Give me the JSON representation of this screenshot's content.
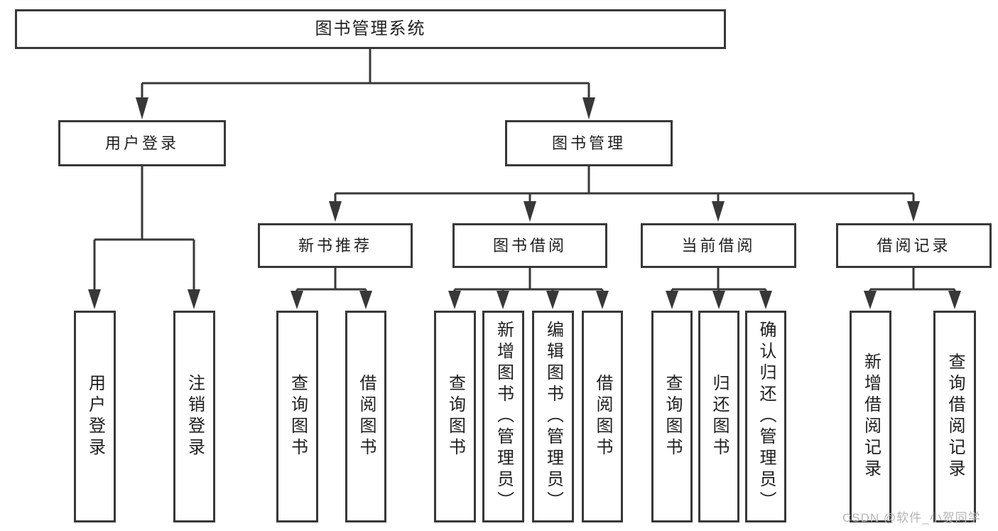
{
  "tree": {
    "label": "图书管理系统",
    "children": [
      {
        "label": "用户登录",
        "children": [
          {
            "label": "用户登录"
          },
          {
            "label": "注销登录"
          }
        ]
      },
      {
        "label": "图书管理",
        "children": [
          {
            "label": "新书推荐",
            "children": [
              {
                "label": "查询图书"
              },
              {
                "label": "借阅图书"
              }
            ]
          },
          {
            "label": "图书借阅",
            "children": [
              {
                "label": "查询图书"
              },
              {
                "label": "新增图书（管理员）"
              },
              {
                "label": "编辑图书（管理员）"
              },
              {
                "label": "借阅图书"
              }
            ]
          },
          {
            "label": "当前借阅",
            "children": [
              {
                "label": "查询图书"
              },
              {
                "label": "归还图书"
              },
              {
                "label": "确认归还（管理员）"
              }
            ]
          },
          {
            "label": "借阅记录",
            "children": [
              {
                "label": "新增借阅记录"
              },
              {
                "label": "查询借阅记录"
              }
            ]
          }
        ]
      }
    ]
  },
  "watermark": {
    "text": "CSDN @软件_小贺同学"
  },
  "colors": {
    "line": "#383838",
    "box_border": "#383838",
    "text": "#1f1f1f",
    "watermark": "#b5b5b5",
    "bg": "#ffffff"
  }
}
